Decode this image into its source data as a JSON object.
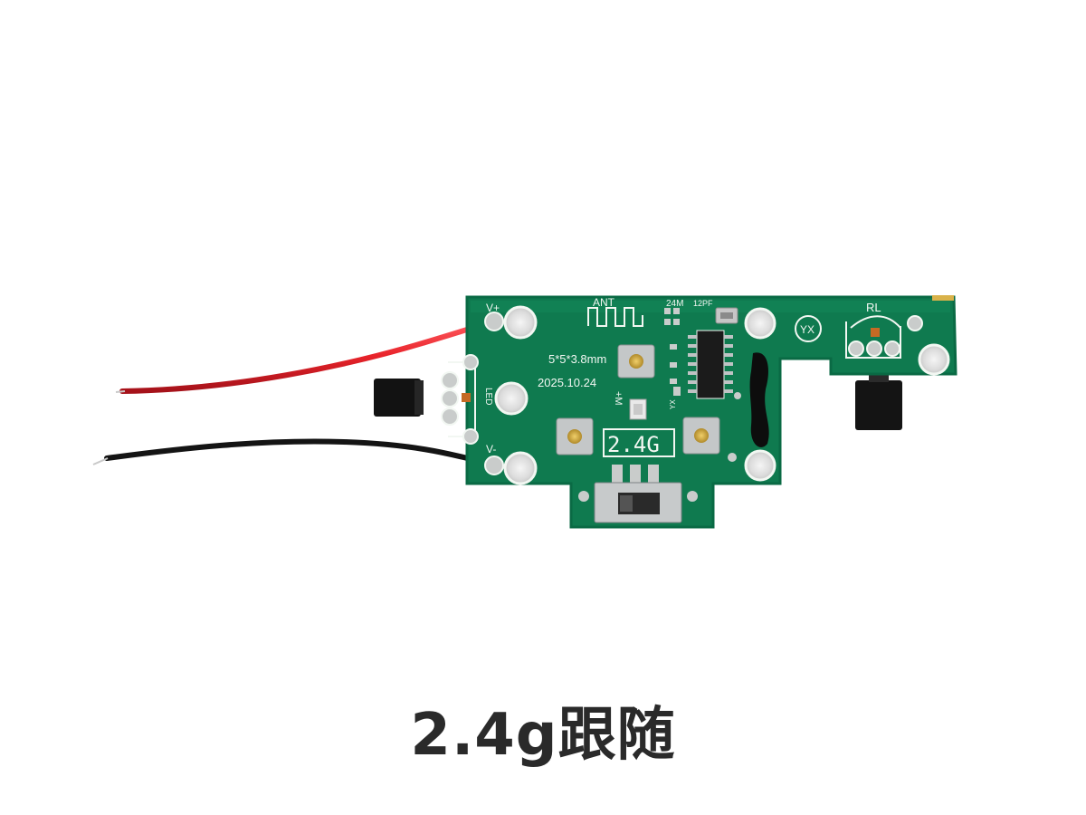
{
  "board": {
    "silkscreen": {
      "ant": "ANT",
      "freq": "24M",
      "cap": "12PF",
      "v_plus": "V+",
      "v_minus": "V-",
      "lr": "RL",
      "led": "LED",
      "brand": "YX",
      "ic_mark": "YX",
      "switch_mark": "+M",
      "size": "5*5*3.8mm",
      "date": "2025.10.24",
      "band": "2.4G"
    },
    "colors": {
      "pcb": "#0f7a4f",
      "pcb_edge": "#0a6a44",
      "silk": "#f2f7f2",
      "wire_red": "#e8232a",
      "wire_black": "#141414",
      "ic": "#1b1b1b",
      "metal": "#bfc3c4"
    }
  },
  "caption": "2.4g跟随"
}
